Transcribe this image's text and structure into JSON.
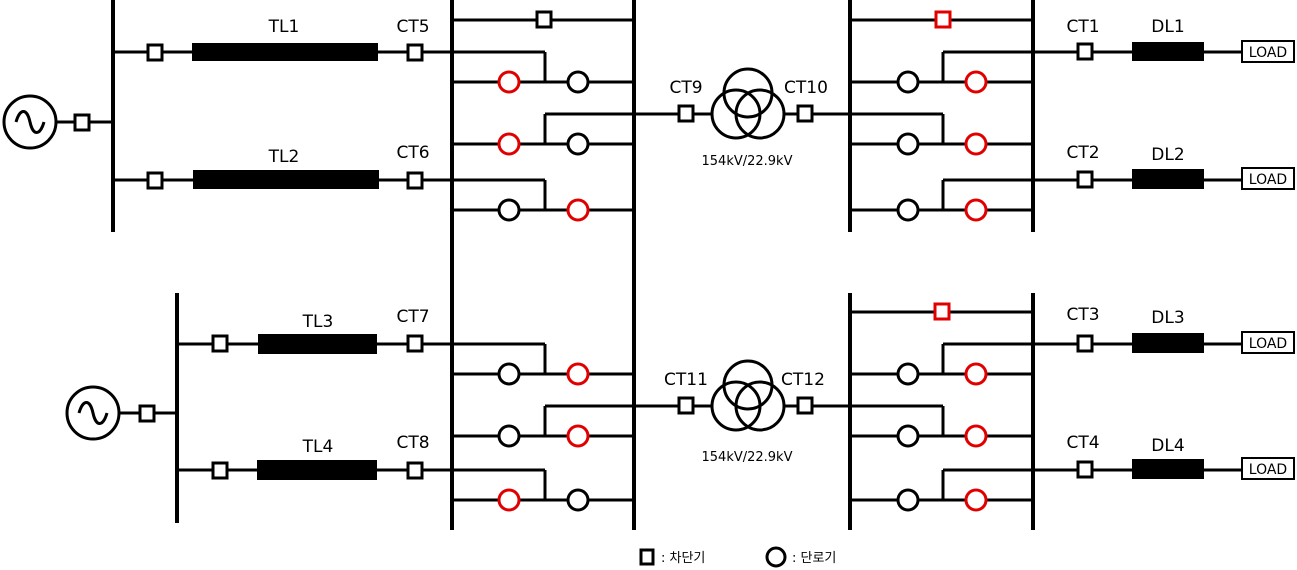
{
  "colors": {
    "line": "#000000",
    "open_switch": "#e00000",
    "background": "#ffffff"
  },
  "labels": {
    "tl1": "TL1",
    "tl2": "TL2",
    "tl3": "TL3",
    "tl4": "TL4",
    "ct1": "CT1",
    "ct2": "CT2",
    "ct3": "CT3",
    "ct4": "CT4",
    "ct5": "CT5",
    "ct6": "CT6",
    "ct7": "CT7",
    "ct8": "CT8",
    "ct9": "CT9",
    "ct10": "CT10",
    "ct11": "CT11",
    "ct12": "CT12",
    "dl1": "DL1",
    "dl2": "DL2",
    "dl3": "DL3",
    "dl4": "DL4"
  },
  "transformers": [
    {
      "rating": "154kV/22.9kV"
    },
    {
      "rating": "154kV/22.9kV"
    }
  ],
  "loads": [
    "LOAD",
    "LOAD",
    "LOAD",
    "LOAD"
  ],
  "legend": {
    "breaker_text": ": 차단기",
    "disconnector_text": ": 단로기"
  },
  "icons": {
    "source": "ac-generator-icon",
    "breaker": "square-breaker-icon",
    "disconnector": "circle-disconnector-icon",
    "transformer": "three-winding-transformer-icon"
  }
}
